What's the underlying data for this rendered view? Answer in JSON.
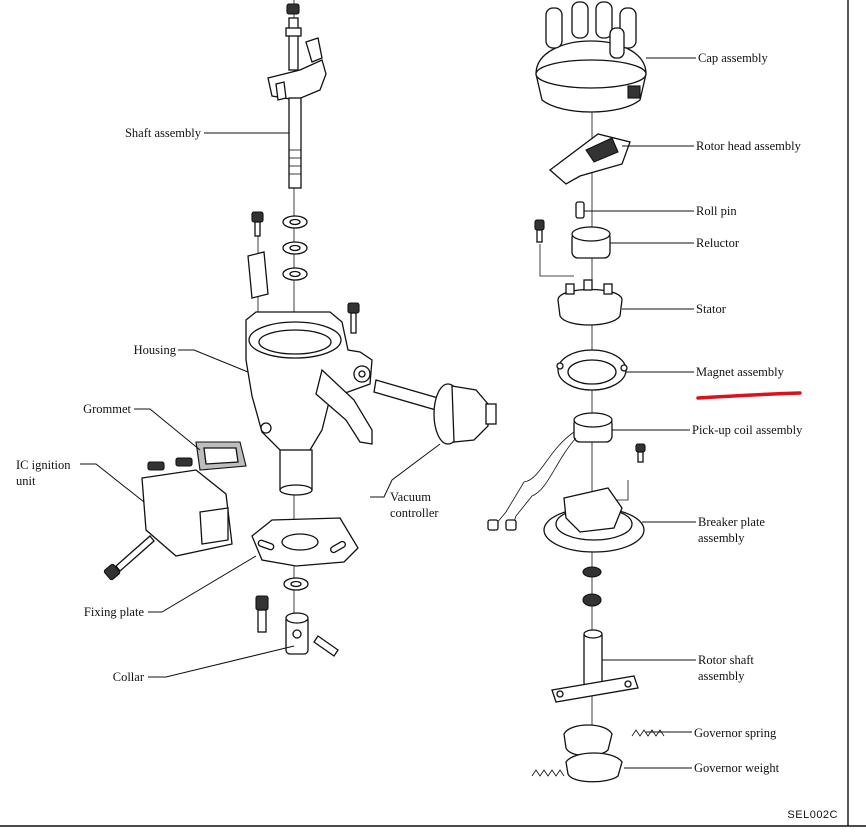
{
  "labels": {
    "shaft_assembly": "Shaft assembly",
    "housing": "Housing",
    "grommet": "Grommet",
    "ic_ignition_unit_line1": "IC ignition",
    "ic_ignition_unit_line2": "unit",
    "vacuum_controller_line1": "Vacuum",
    "vacuum_controller_line2": "controller",
    "fixing_plate": "Fixing plate",
    "collar": "Collar",
    "cap_assembly": "Cap assembly",
    "rotor_head_assembly": "Rotor head assembly",
    "roll_pin": "Roll pin",
    "reluctor": "Reluctor",
    "stator": "Stator",
    "magnet_assembly": "Magnet assembly",
    "pickup_coil_assembly": "Pick-up coil assembly",
    "breaker_plate_line1": "Breaker plate",
    "breaker_plate_line2": "assembly",
    "rotor_shaft_line1": "Rotor shaft",
    "rotor_shaft_line2": "assembly",
    "governor_spring": "Governor spring",
    "governor_weight": "Governor weight"
  },
  "figure_code": "SEL002C",
  "colors": {
    "ink": "#111111",
    "highlight_underline": "#e0101a"
  }
}
